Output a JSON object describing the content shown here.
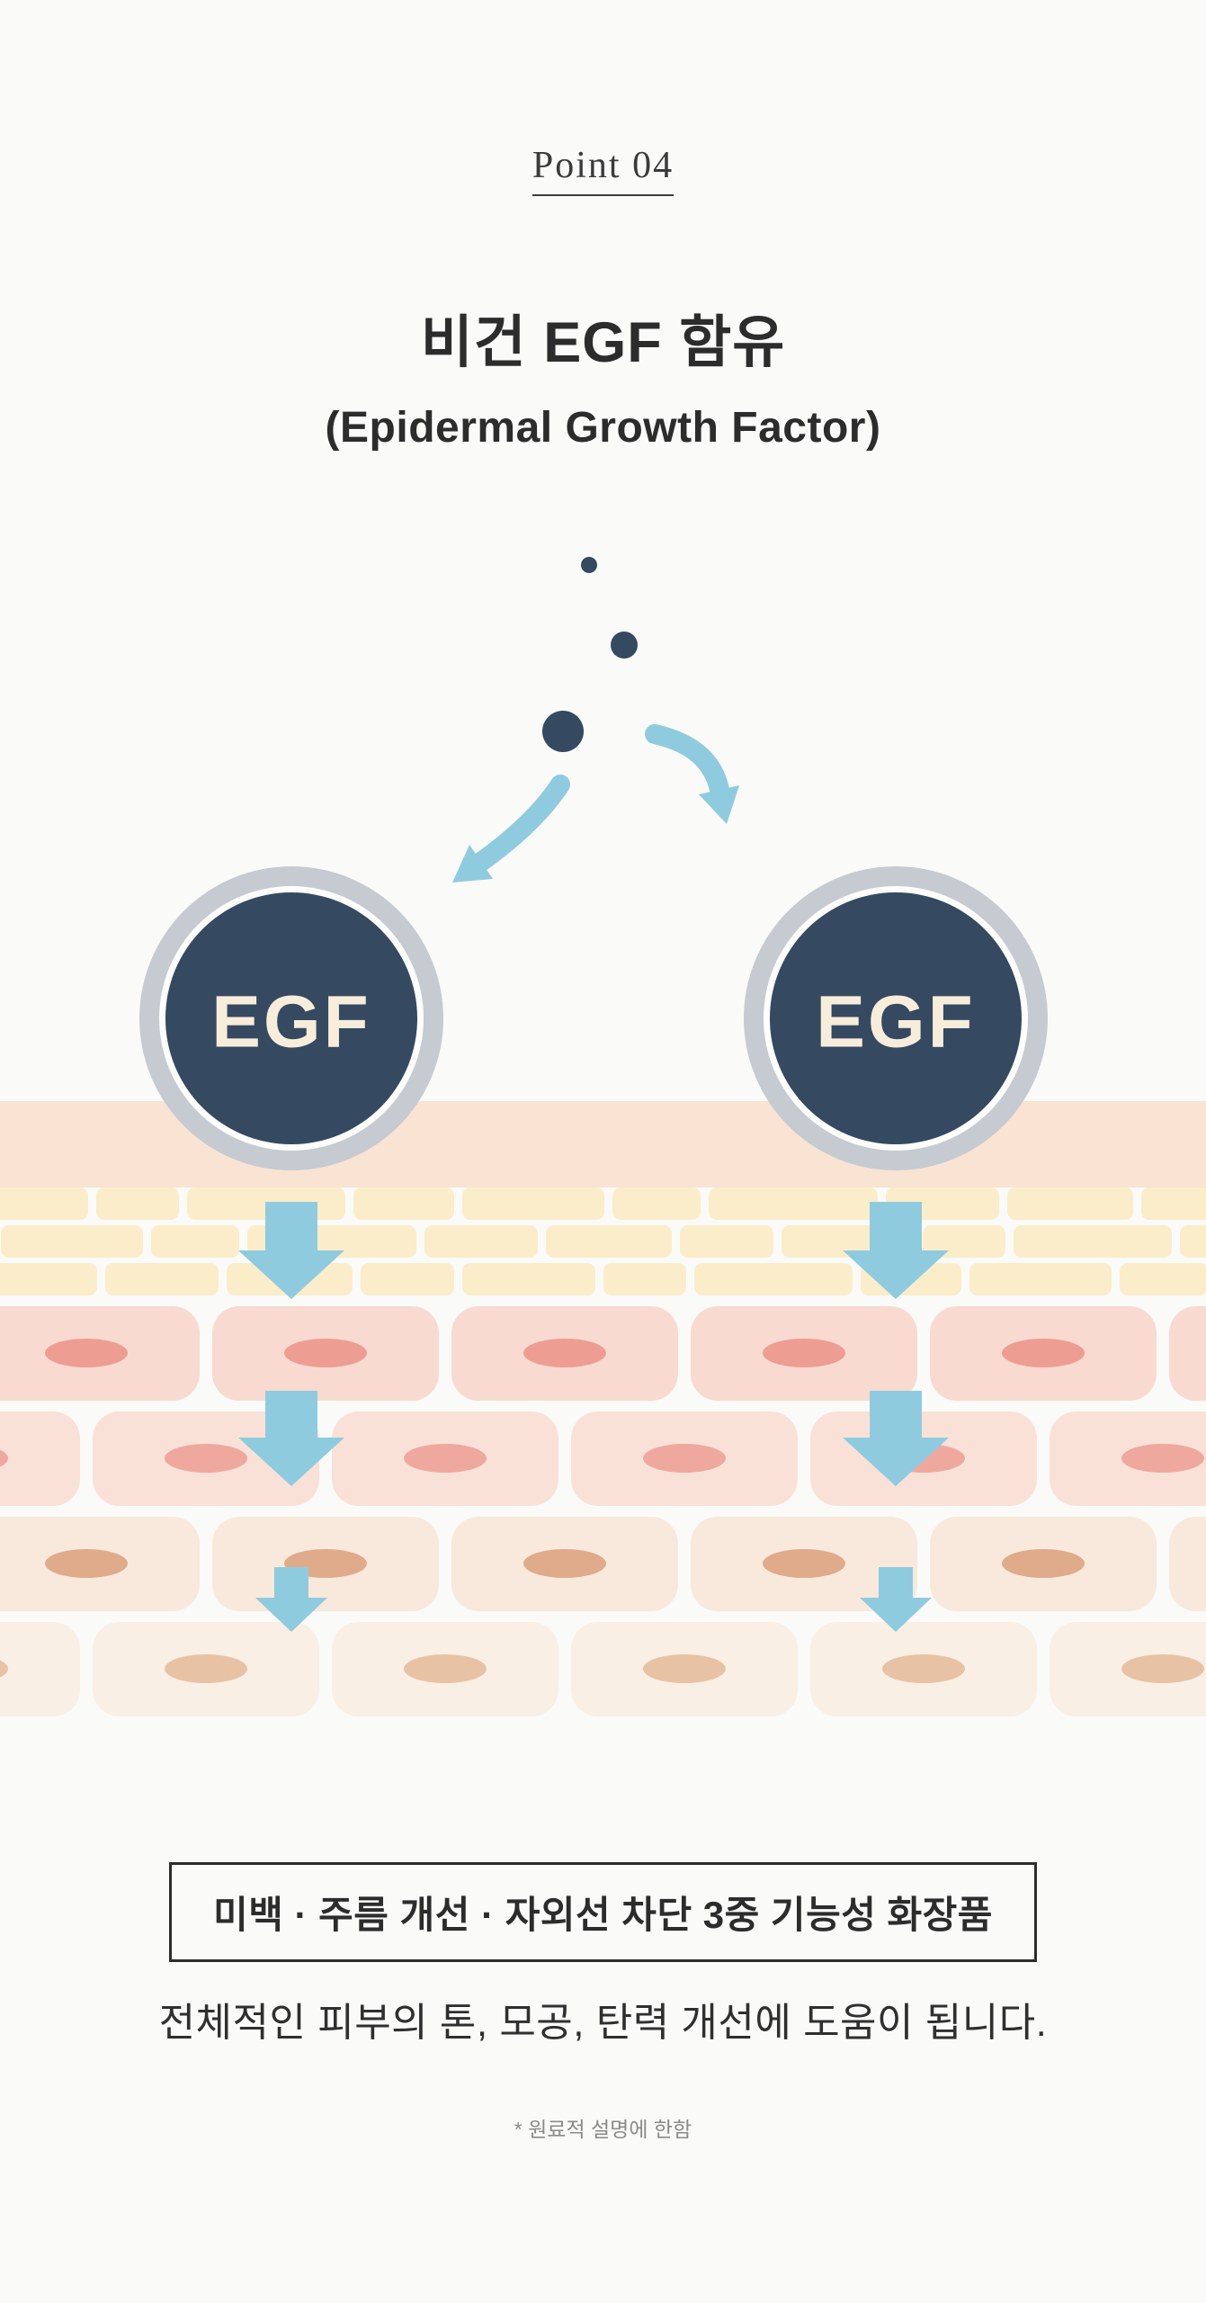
{
  "page": {
    "point_label": "Point 04",
    "title": "비건 EGF 함유",
    "subtitle": "(Epidermal Growth Factor)",
    "egf_label": "EGF",
    "benefit_box": "미백 · 주름 개선 · 자외선 차단 3중 기능성 화장품",
    "description": "전체적인 피부의 톤, 모공, 탄력 개선에 도움이 됩니다.",
    "footnote": "* 원료적 설명에 한함"
  },
  "colors": {
    "background": "#fafaf8",
    "navy": "#354960",
    "ring-gray": "#c6cad1",
    "egf-text": "#f7edda",
    "arrow-blue": "#8fcbdf",
    "band-peach": "#f9e3d3",
    "brick-yellow": "#fbedca",
    "text-dark": "#2c2c2c",
    "footnote-gray": "#8a8a8a"
  },
  "skin_cell_rows": [
    {
      "cell": "#f8dad0",
      "nucleus": "#ee9d93"
    },
    {
      "cell": "#f9e1d8",
      "nucleus": "#efa89e"
    },
    {
      "cell": "#f8e9dc",
      "nucleus": "#dfab8b"
    },
    {
      "cell": "#f9efe4",
      "nucleus": "#e8c2a5"
    }
  ]
}
